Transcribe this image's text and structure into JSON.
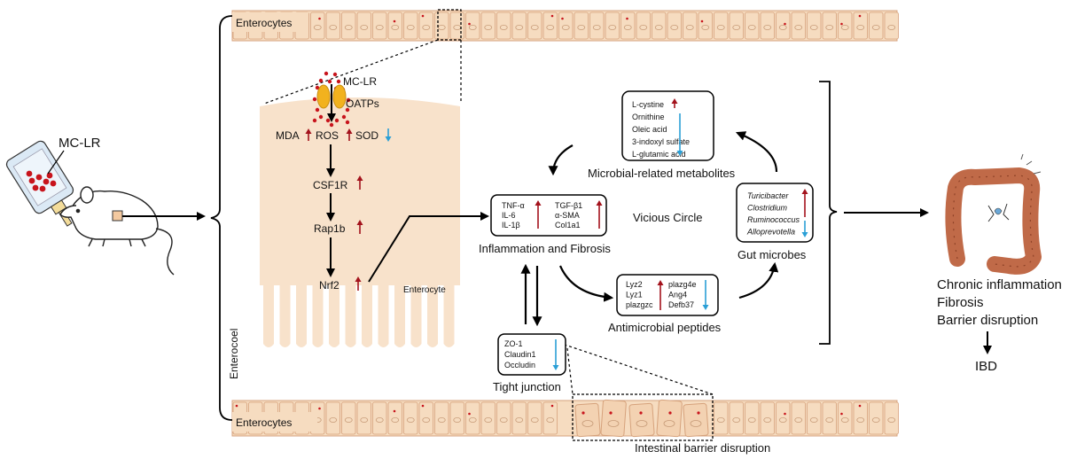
{
  "labels": {
    "mc_lr_left": "MC-LR",
    "enterocytes_top": "Enterocytes",
    "enterocytes_bottom": "Enterocytes",
    "enterocoel": "Enterocoel",
    "mc_lr_top": "MC-LR",
    "oatps": "OATPs",
    "mda": "MDA",
    "ros": "ROS",
    "sod": "SOD",
    "csf1r": "CSF1R",
    "rap1b": "Rap1b",
    "nrf2": "Nrf2",
    "enterocyte": "Enterocyte",
    "vicious_circle": "Vicious Circle",
    "inflammation_fibrosis": "Inflammation and Fibrosis",
    "microbial_metabolites": "Microbial-related metabolites",
    "gut_microbes": "Gut microbes",
    "antimicrobial_peptides": "Antimicrobial peptides",
    "tight_junction": "Tight junction",
    "intestinal_barrier_disruption": "Intestinal barrier disruption",
    "chronic_inflammation": "Chronic inflammation",
    "fibrosis": "Fibrosis",
    "barrier_disruption": "Barrier disruption",
    "ibd": "IBD"
  },
  "boxes": {
    "inflammation_left": [
      "TNF-α",
      "IL-6",
      "IL-1β"
    ],
    "inflammation_right": [
      "TGF-β1",
      "α-SMA",
      "Col1a1"
    ],
    "metabolites": [
      "L-cystine",
      "Ornithine",
      "Oleic acid",
      "3-indoxyl sulfate",
      "L-glutamic acid"
    ],
    "microbes": [
      "Turicibacter",
      "Clostridium",
      "Ruminococcus",
      "Alloprevotella"
    ],
    "amp_left": [
      "Lyz2",
      "Lyz1",
      "plazgzc"
    ],
    "amp_right": [
      "plazg4e",
      "Ang4",
      "Defb37"
    ],
    "tight_junction": [
      "ZO-1",
      "Claudin1",
      "Occludin"
    ]
  },
  "colors": {
    "up": "#a3121c",
    "down": "#2a9fd6",
    "cell_fill": "#f6dcc0",
    "cell_stroke": "#d6a27c",
    "enterocyte_fill": "#f8e2cb",
    "toxin": "#c8141c",
    "oatp": "#f2b21e",
    "colon": "#c06a48"
  },
  "icons": [
    "bottle-icon",
    "mouse-icon",
    "colon-icon",
    "toxin-dot-icon",
    "oatp-transporter-icon",
    "up-arrow-icon",
    "down-arrow-icon"
  ]
}
